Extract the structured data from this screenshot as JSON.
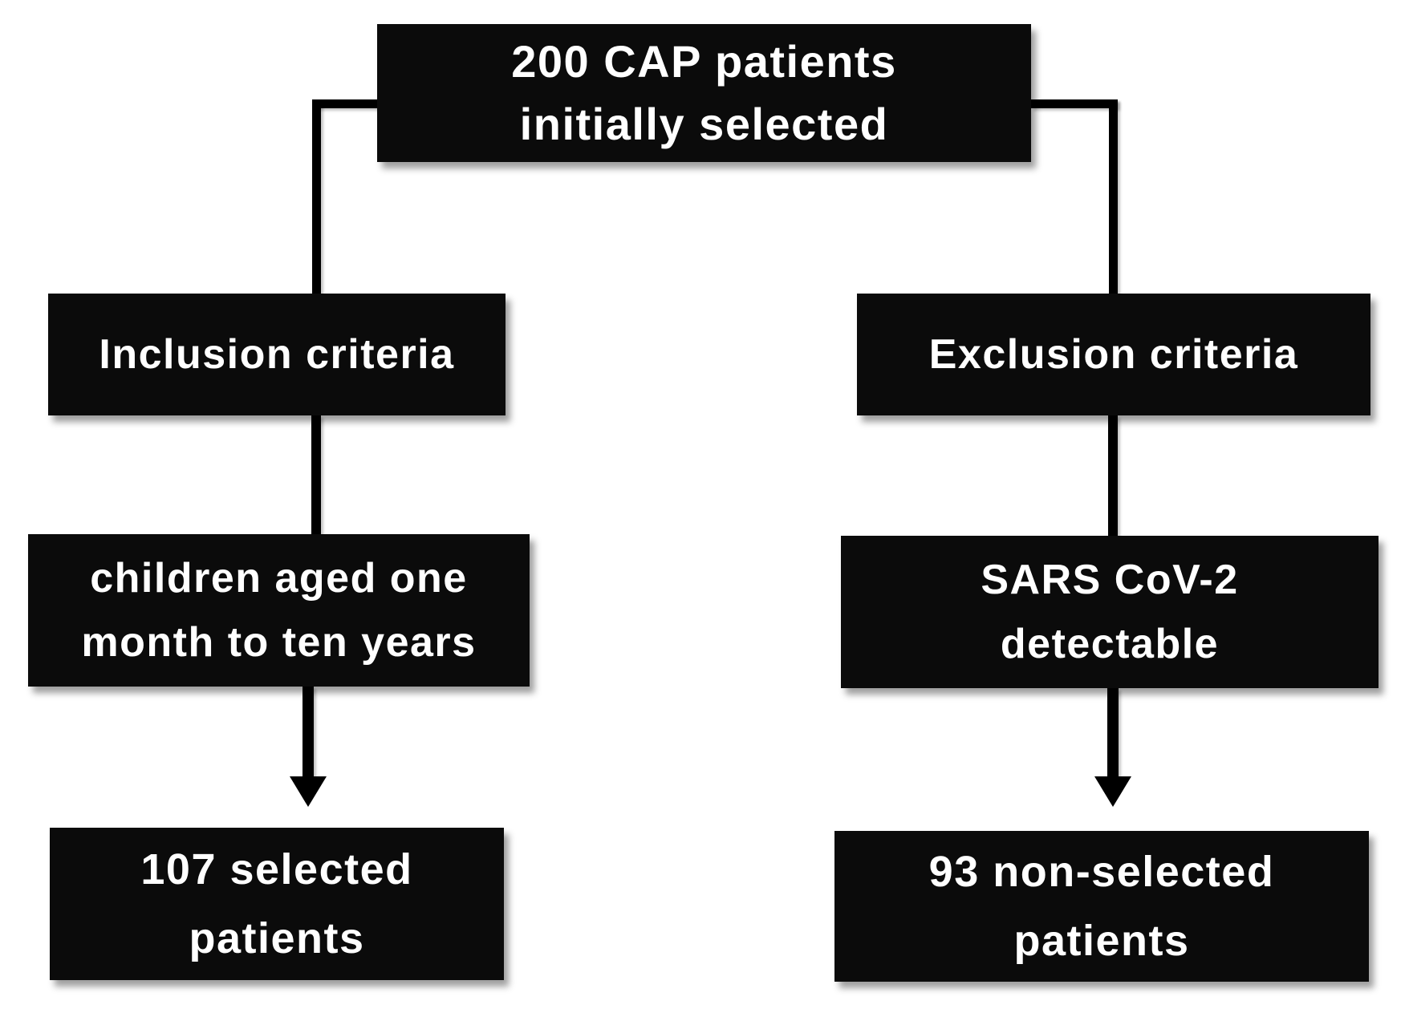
{
  "diagram": {
    "type": "flowchart",
    "background_color": "#ffffff",
    "node_fill_color": "#0b0b0b",
    "node_text_color": "#ffffff",
    "connector_color": "#000000",
    "nodes": {
      "root": {
        "line1": "200 CAP patients",
        "line2": "initially selected"
      },
      "inclusion": {
        "line1": "Inclusion criteria"
      },
      "exclusion": {
        "line1": "Exclusion criteria"
      },
      "children": {
        "line1": "children aged one",
        "line2": "month to ten years"
      },
      "sars": {
        "line1": "SARS CoV-2",
        "line2": "detectable"
      },
      "selected": {
        "line1": "107 selected",
        "line2": "patients"
      },
      "nonselected": {
        "line1": "93 non-selected",
        "line2": "patients"
      }
    },
    "counts": {
      "initially_selected": 200,
      "selected_patients": 107,
      "non_selected_patients": 93
    }
  }
}
